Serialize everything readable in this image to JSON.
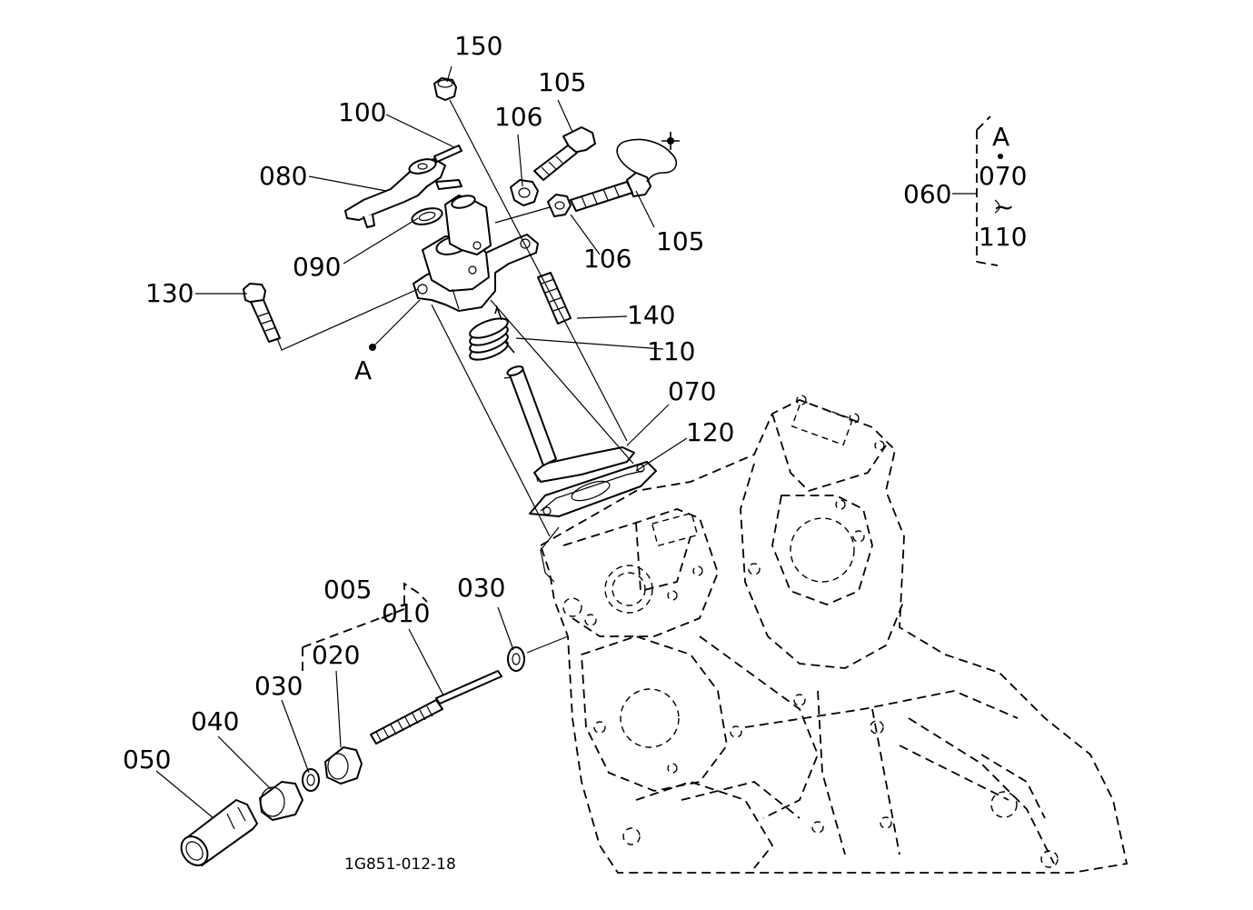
{
  "figure_code": "1G851-012-18",
  "callouts": {
    "p150": "150",
    "p105a": "105",
    "p106a": "106",
    "p100": "100",
    "p080": "080",
    "p090": "090",
    "p106b": "106",
    "p105b": "105",
    "p130": "130",
    "p140": "140",
    "p110": "110",
    "pA": "A",
    "p070": "070",
    "p120": "120",
    "p005": "005",
    "p010": "010",
    "p030a": "030",
    "p020": "020",
    "p030b": "030",
    "p040": "040",
    "p050": "050"
  },
  "assembly_note": {
    "group": "060",
    "ref": "A",
    "from": "070",
    "tilde": "~",
    "to": "110"
  }
}
